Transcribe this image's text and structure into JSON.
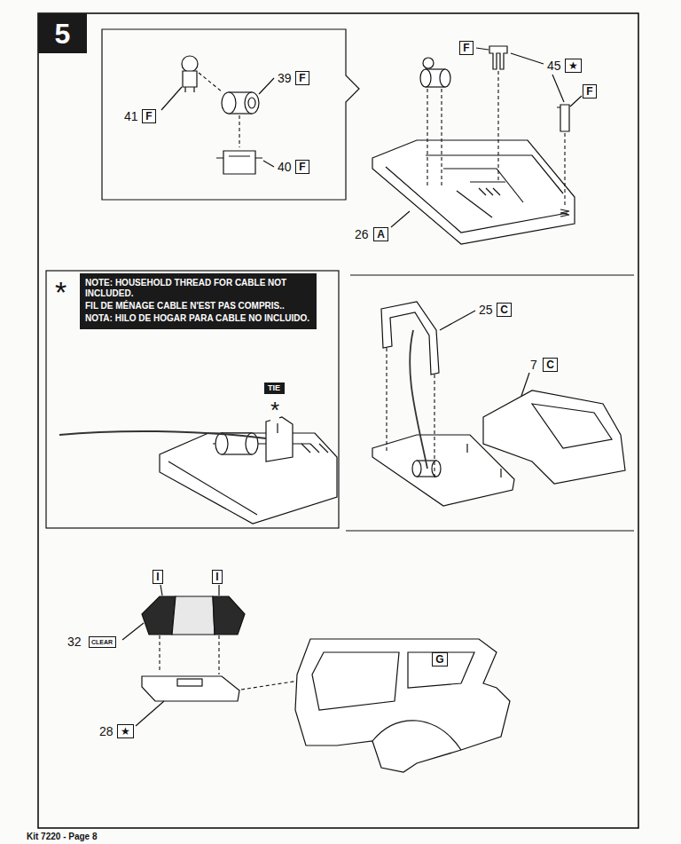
{
  "diagram": {
    "nodes": [
      {
        "text": [
          "5"
        ]
      },
      {
        "text": [
          "F"
        ]
      },
      {
        "text": [
          "F"
        ]
      },
      {
        "text": [
          "F"
        ]
      },
      {
        "text": [
          "F"
        ]
      },
      {
        "text": [
          "★"
        ]
      },
      {
        "text": [
          "F"
        ]
      },
      {
        "text": [
          "A"
        ]
      },
      {
        "text": [
          "NOTE: HOUSEHOLD THREAD FOR CABLE NOT INCLUDED.",
          "FIL DE MÉNAGE CABLE N'EST PAS COMPRIS..",
          "NOTA: HILO DE HOGAR PARA CABLE NO INCLUIDO."
        ]
      },
      {
        "text": [
          "TIE"
        ]
      },
      {
        "text": [
          "C"
        ]
      },
      {
        "text": [
          "C"
        ]
      },
      {
        "text": [
          "I"
        ]
      },
      {
        "text": [
          "I"
        ]
      },
      {
        "text": [
          "CLEAR"
        ]
      },
      {
        "text": [
          "★"
        ]
      },
      {
        "text": [
          "G"
        ]
      }
    ],
    "labels": [
      "39",
      "41",
      "40",
      "45",
      "26",
      "*",
      "*",
      "25",
      "7",
      "32",
      "28",
      "Kit 7220 - Page 8"
    ]
  }
}
